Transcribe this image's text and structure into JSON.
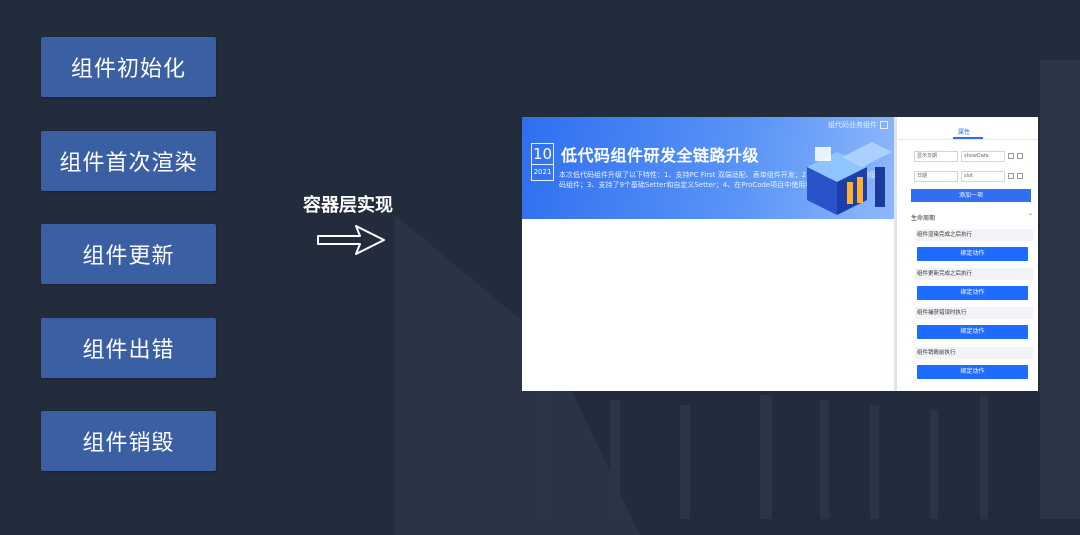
{
  "lifecycle": {
    "items": [
      "组件初始化",
      "组件首次渲染",
      "组件更新",
      "组件出错",
      "组件销毁"
    ]
  },
  "caption": "容器层实现",
  "screenshot": {
    "banner": {
      "tag": "组代码业务组件",
      "day": "10",
      "year": "2021",
      "title": "低代码组件研发全链路升级",
      "description": "本次低代码组件升级了以下特性：1、支持PC First 双端适配、表单组件开发；2、低代码组中件使用低代码组件；3、支持了9个基础Setter和自定义Setter；4、在ProCode项目中使用和调试。"
    },
    "panel": {
      "tab": "属性",
      "rows": [
        {
          "name": "显示日期",
          "key": "showDate"
        },
        {
          "name": "日期",
          "key": "slot"
        }
      ],
      "add_label": "添加一项",
      "section_title": "生命周期",
      "events": [
        {
          "label": "组件渲染完成之后执行",
          "action": "绑定动作"
        },
        {
          "label": "组件更新完成之后执行",
          "action": "绑定动作"
        },
        {
          "label": "组件捕获错误时执行",
          "action": "绑定动作"
        },
        {
          "label": "组件销毁前执行",
          "action": "绑定动作"
        }
      ]
    }
  },
  "colors": {
    "background": "#232c3d",
    "button": "#3a5fa3",
    "accent": "#2f6ff0"
  }
}
